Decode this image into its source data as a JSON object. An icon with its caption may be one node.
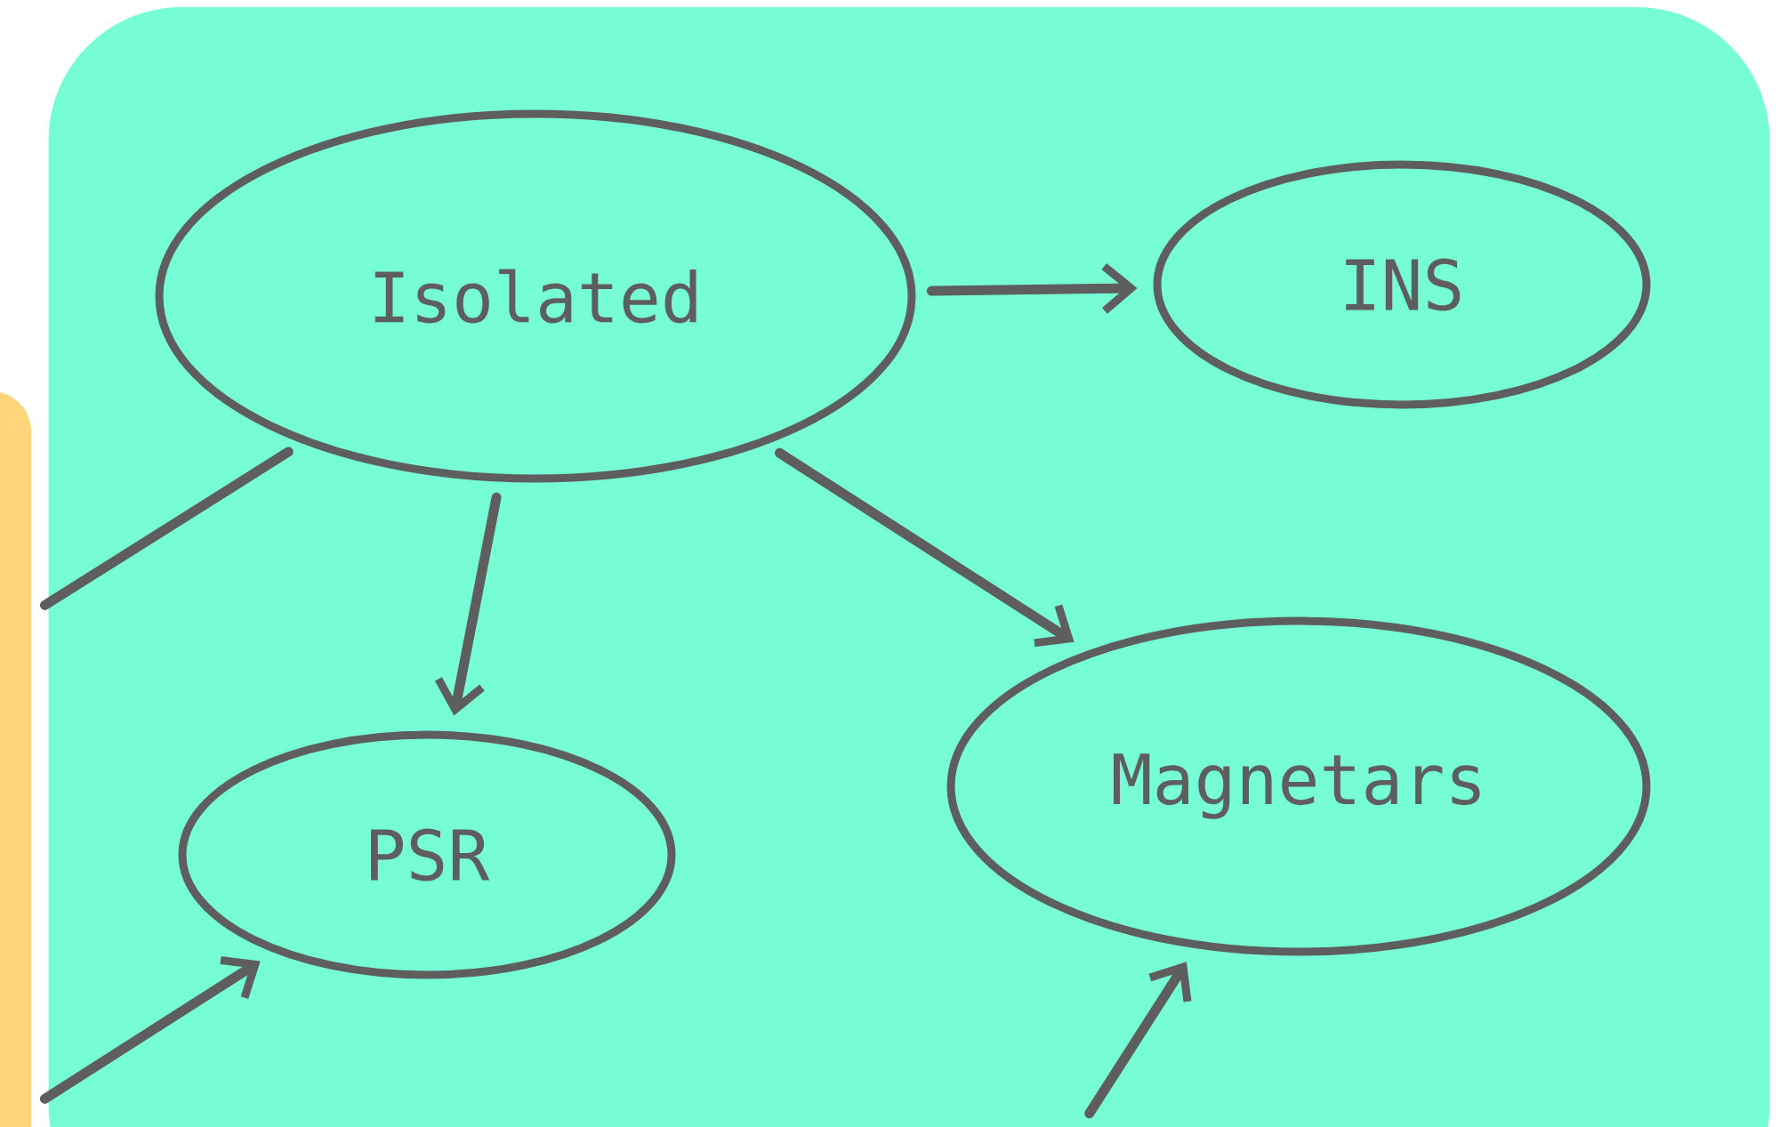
{
  "diagram": {
    "nodes": [
      {
        "text": [],
        "shape": "box"
      },
      {
        "text": [
          "Isolated"
        ],
        "in": 0
      },
      {
        "text": [
          "INS"
        ],
        "in": 0
      },
      {
        "text": [
          "PSR"
        ],
        "in": 0
      },
      {
        "text": [
          "Magnetars"
        ],
        "in": 0
      },
      {
        "text": [],
        "shape": "box"
      }
    ],
    "edges": [
      {
        "from": 1,
        "to": 2,
        "arrow": "to"
      },
      {
        "from": 1,
        "to": 3,
        "arrow": "to"
      },
      {
        "from": 1,
        "to": 4,
        "arrow": "to"
      },
      {
        "from": 1,
        "to": 5,
        "arrow": "none"
      },
      {
        "from": 5,
        "to": 3,
        "arrow": "to"
      },
      {
        "from": null,
        "to": 4,
        "arrow": "to"
      }
    ]
  }
}
